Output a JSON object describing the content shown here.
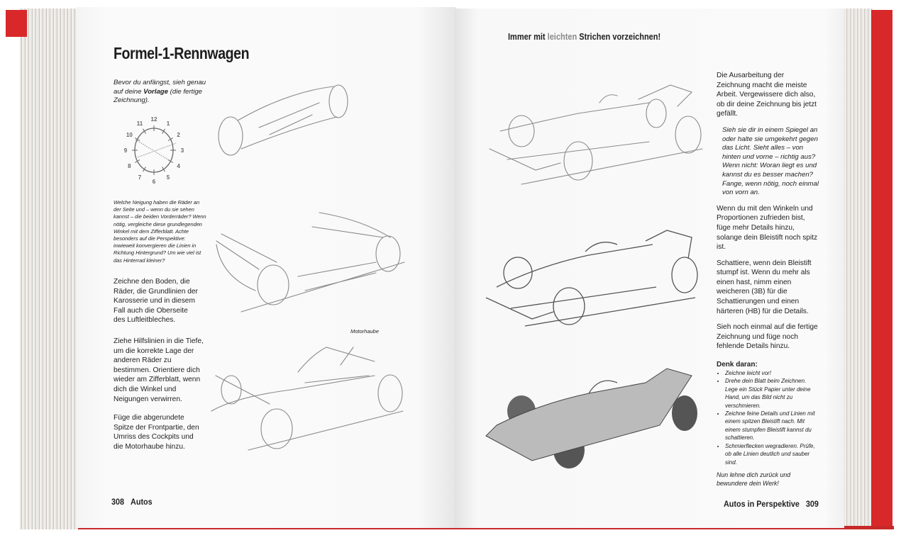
{
  "left_page": {
    "title": "Formel-1-Rennwagen",
    "intro_pre": "Bevor du anfängst, sieh genau auf deine ",
    "intro_bold": "Vorlage",
    "intro_post": " (die fertige Zeichnung).",
    "clock_numbers": [
      "12",
      "1",
      "2",
      "3",
      "4",
      "5",
      "6",
      "7",
      "8",
      "9",
      "10",
      "11"
    ],
    "note": "Welche Neigung haben die Räder an der Seite und – wenn du sie sehen kannst – die beiden Vorderräder? Wenn nötig, vergleiche diese grundlegenden Winkel mit dem Zifferblatt. Achte besonders auf die Perspektive: inwieweit konvergieren die Linien in Richtung Hintergrund? Um wie viel ist das Hinterrad kleiner?",
    "step1": "Zeichne den Boden, die Räder, die Grundlinien der Karosserie und in diesem Fall auch die Oberseite des Luftleitbleches.",
    "step2": "Ziehe Hilfslinien in die Tiefe, um die korrekte Lage der anderen Räder zu bestimmen. Orientiere dich wieder am Zifferblatt, wenn dich die Winkel und Neigungen verwirren.",
    "step3": "Füge die abgerundete Spitze der Frontpartie, den Umriss des Cockpits und die Motorhaube hinzu.",
    "label_motorhaube": "Motorhaube",
    "page_number": "308",
    "section": "Autos"
  },
  "right_page": {
    "header_pre": "Immer mit ",
    "header_highlight": "leichten",
    "header_post": " Strichen vorzeichnen!",
    "para1": "Die Ausarbeitung der Zeichnung macht die meiste Arbeit. Vergewissere dich also, ob dir deine Zeichnung bis jetzt gefällt.",
    "para1_italic": "Sieh sie dir in einem Spiegel an oder halte sie umgekehrt gegen das Licht. Sieht alles – von hinten und vorne – richtig aus? Wenn nicht: Woran liegt es und kannst du es besser machen? Fange, wenn nötig, noch einmal von vorn an.",
    "para2": "Wenn du mit den Winkeln und Proportionen zufrieden bist, füge mehr Details hinzu, solange dein Bleistift noch spitz ist.",
    "para3": "Schattiere, wenn dein Bleistift stumpf ist. Wenn du mehr als einen hast, nimm einen weicheren (3B) für die Schattierungen und einen härteren (HB) für die Details.",
    "para4": "Sieh noch einmal auf die fertige Zeichnung und füge noch fehlende Details hinzu.",
    "tips_title": "Denk daran:",
    "tips": [
      "Zeichne leicht vor!",
      "Drehe dein Blatt beim Zeichnen. Lege ein Stück Papier unter deine Hand, um das Bild nicht zu verschmieren.",
      "Zeichne feine Details und Linien mit einem spitzen Bleistift nach. Mit einem stumpfen Bleistift kannst du schattieren.",
      "Schmierflecken wegradieren. Prüfe, ob alle Linien deutlich und sauber sind."
    ],
    "closing": "Nun lehne dich zurück und bewundere dein Werk!",
    "section": "Autos in Perspektive",
    "page_number": "309"
  },
  "colors": {
    "cover": "#d8282a",
    "highlight": "#8a8a8a"
  }
}
